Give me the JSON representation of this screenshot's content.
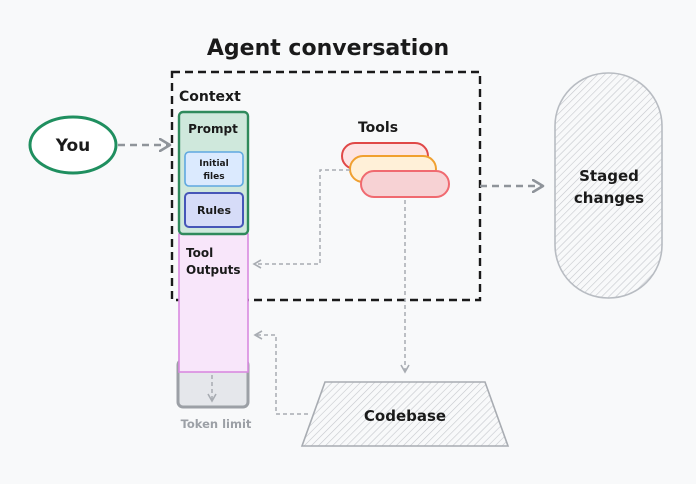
{
  "title": "Agent conversation",
  "you": "You",
  "context": {
    "label": "Context",
    "prompt": "Prompt",
    "initial_files": [
      "Initial",
      "files"
    ],
    "rules": "Rules",
    "tool_outputs": [
      "Tool",
      "Outputs"
    ],
    "token_limit": "Token limit"
  },
  "tools": "Tools",
  "staged_changes": [
    "Staged",
    "changes"
  ],
  "codebase": "Codebase",
  "colors": {
    "you_border": "#1f8f5f",
    "prompt_fill": "#cfe8dc",
    "prompt_border": "#2f8a5c",
    "initial_files_fill": "#dbeafe",
    "initial_files_border": "#5fa8e0",
    "rules_fill": "#d6dcf8",
    "rules_border": "#4656b8",
    "tool_outputs_fill": "#f8e6fa",
    "tool_outputs_border": "#d98ae0",
    "token_limit_fill": "#e5e7eb",
    "tool_red": "#e04848",
    "tool_orange": "#f0a030",
    "tool_pink": "#f06a70",
    "arrow": "#a8acb2"
  }
}
